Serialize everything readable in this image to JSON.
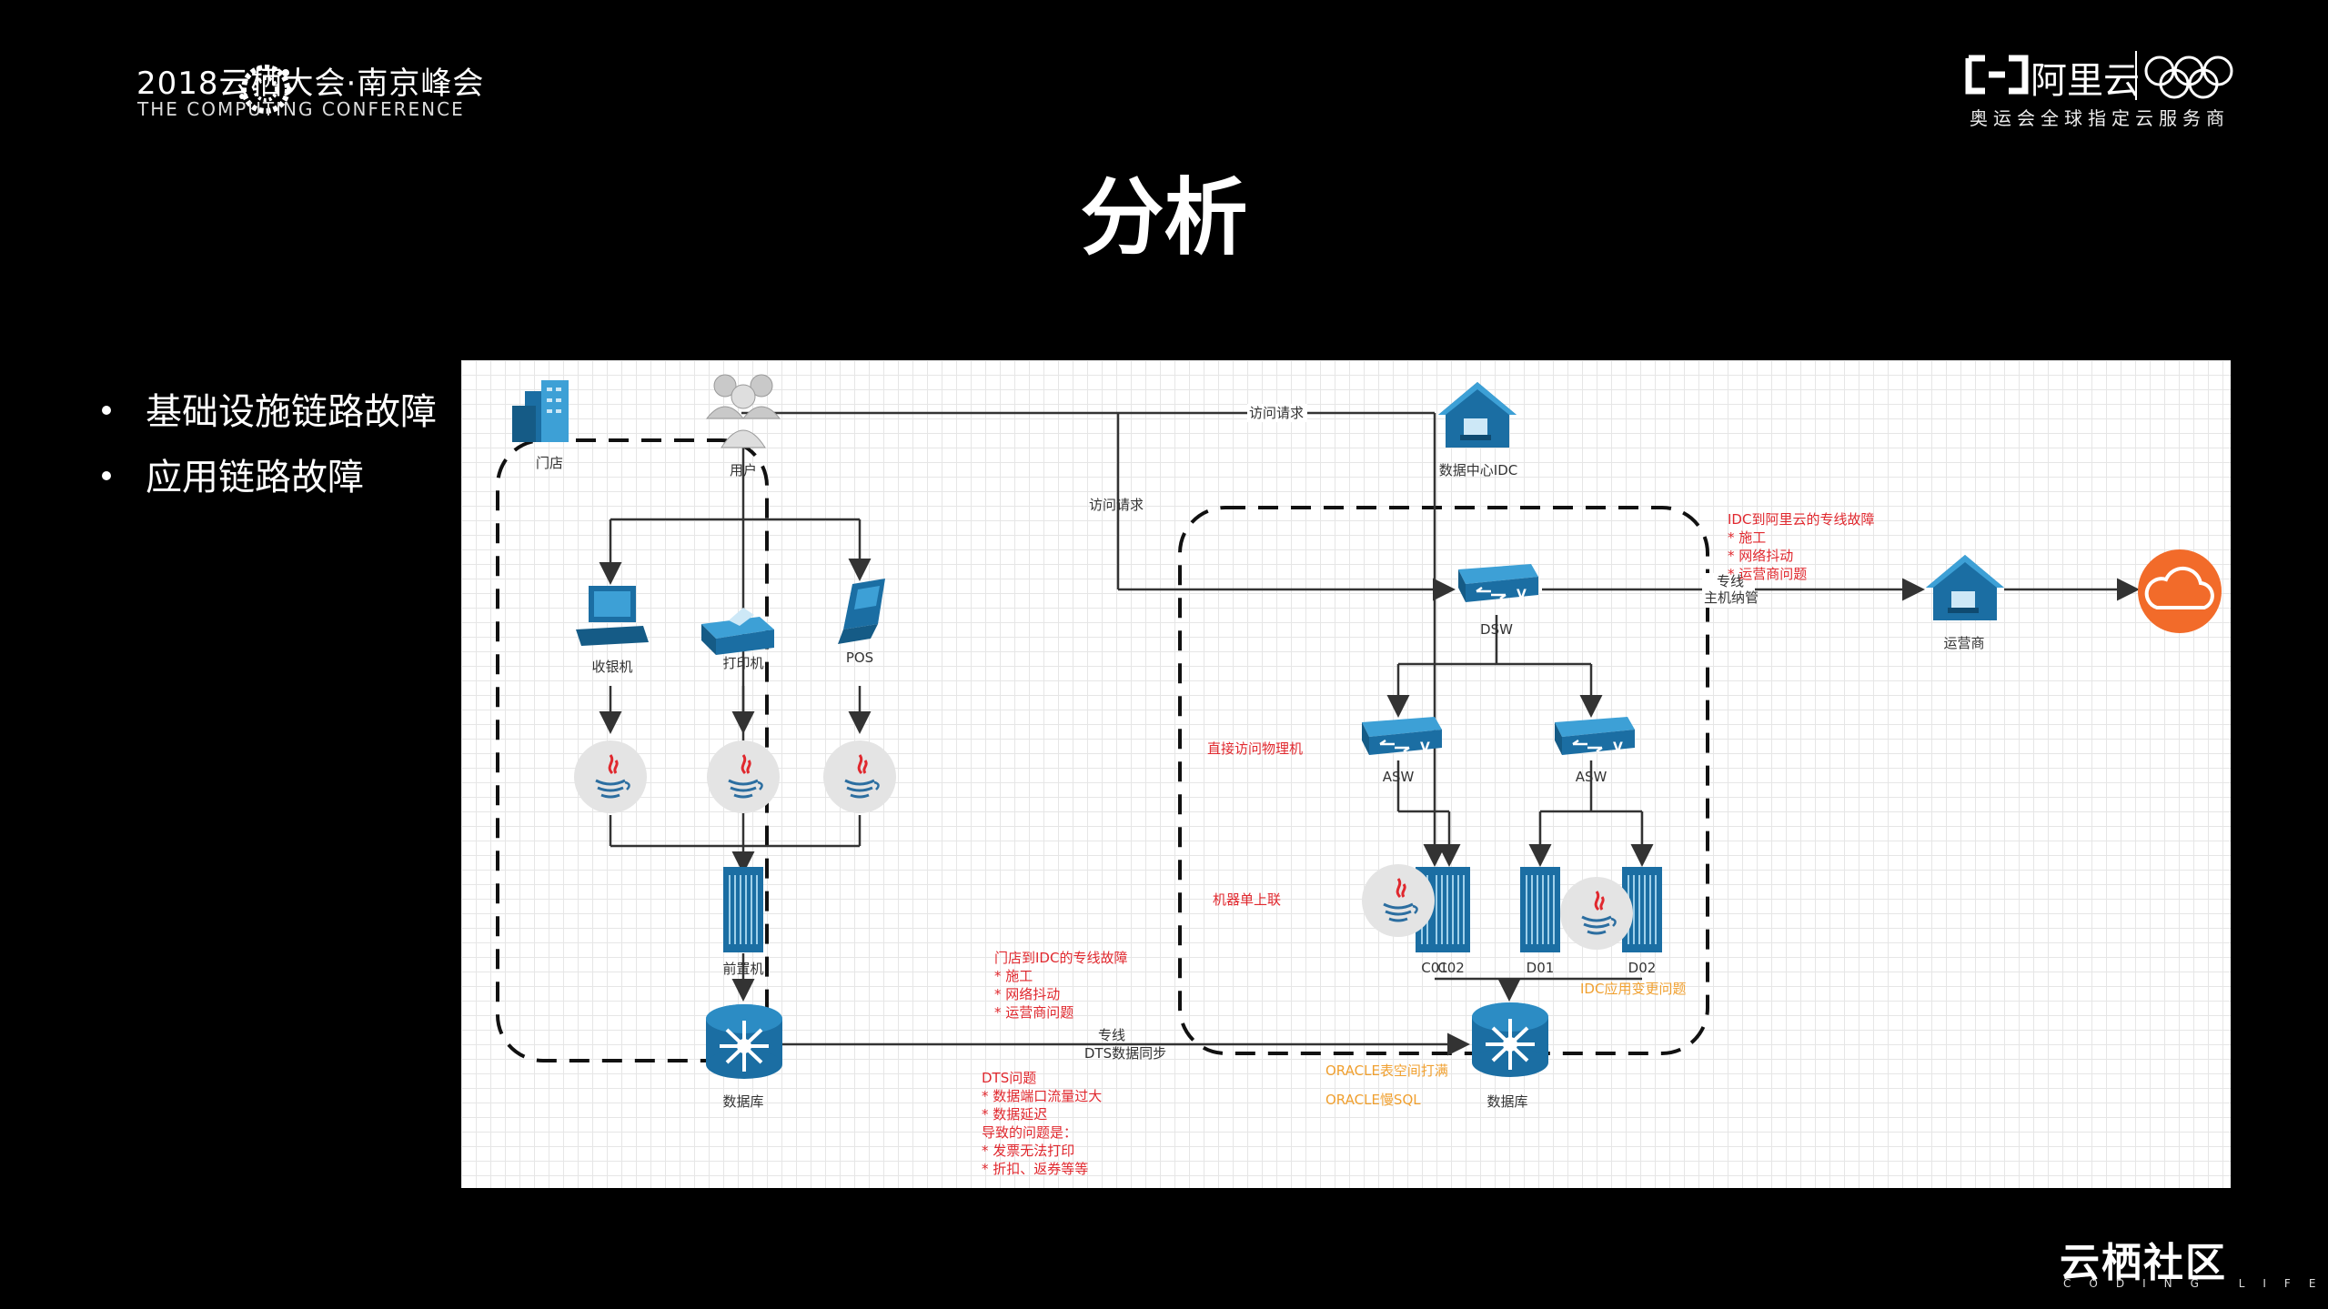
{
  "header": {
    "event_title": "2018云栖大会·南京峰会",
    "event_subtitle": "THE COMPUTING CONFERENCE",
    "sponsor_name": "阿里云",
    "sponsor_tagline": "奥运会全球指定云服务商"
  },
  "slide": {
    "title": "分析",
    "bullets": [
      "基础设施链路故障",
      "应用链路故障"
    ]
  },
  "diagram": {
    "nodes": {
      "store": "门店",
      "user": "用户",
      "idc": "数据中心IDC",
      "cashier": "收银机",
      "printer": "打印机",
      "pos": "POS",
      "front_server": "前置机",
      "store_db": "数据库",
      "dsw": "DSW",
      "asw_left": "ASW",
      "asw_right": "ASW",
      "c01": "C01",
      "c02": "C02",
      "d01": "D01",
      "d02": "D02",
      "idc_db": "数据库",
      "carrier": "运营商"
    },
    "edge_labels": {
      "access_top": "访问请求",
      "access_left": "访问请求",
      "leased_line": "专线",
      "dts_sync": "DTS数据同步",
      "leased_host_1": "专线",
      "leased_host_2": "主机纳管"
    },
    "annotations": {
      "direct_access": "直接访问物理机",
      "single_uplink": "机器单上联",
      "idc_app_change": "IDC应用变更问题",
      "oracle_space": "ORACLE表空间打满",
      "oracle_slow": "ORACLE慢SQL",
      "store_idc_fault": [
        "门店到IDC的专线故障",
        "* 施工",
        "* 网络抖动",
        "* 运营商问题"
      ],
      "idc_aliyun_fault": [
        "IDC到阿里云的专线故障",
        "* 施工",
        "* 网络抖动",
        "* 运营商问题"
      ],
      "dts_issue": [
        "DTS问题",
        "* 数据端口流量过大",
        "* 数据延迟",
        "导致的问题是：",
        "* 发票无法打印",
        "* 折扣、返券等等"
      ]
    },
    "colors": {
      "icon_blue": "#1b6ea3",
      "red_text": "#e0282e",
      "orange_text": "#f0a030",
      "cloud_orange": "#f26b2a"
    }
  },
  "footer": {
    "community": "云栖社区",
    "community_sub": "CODING LIFE"
  }
}
